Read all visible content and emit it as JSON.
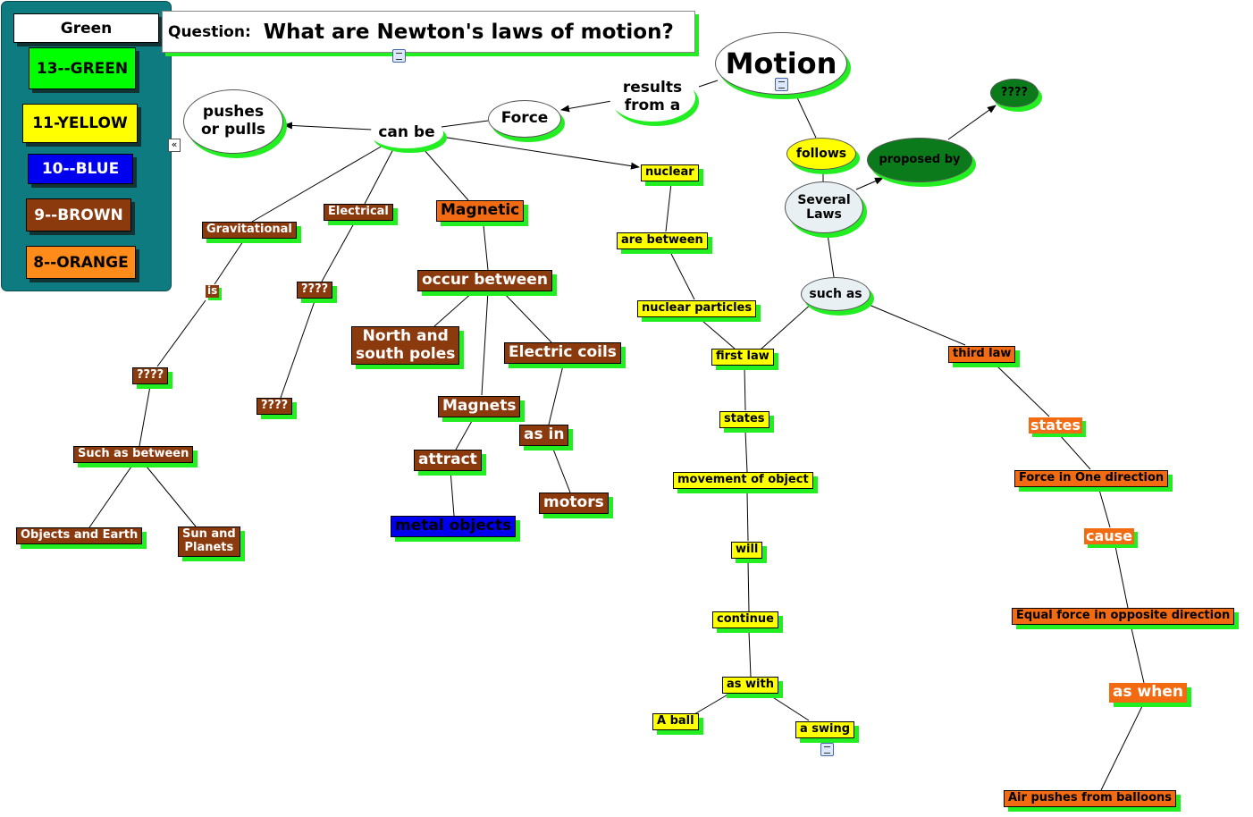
{
  "question": {
    "prefix": "Question:",
    "text": "What are Newton's laws of motion?"
  },
  "legend": {
    "title": "Green",
    "items": [
      {
        "label": "13--GREEN",
        "color": "#00ff00",
        "text_color": "#000000"
      },
      {
        "label": "11-YELLOW",
        "color": "#ffff00",
        "text_color": "#000000"
      },
      {
        "label": "10--BLUE",
        "color": "#0000ee",
        "text_color": "#ffffff"
      },
      {
        "label": "9--BROWN",
        "color": "#8b3a0e",
        "text_color": "#ffffff"
      },
      {
        "label": "8--ORANGE",
        "color": "#ff8c1a",
        "text_color": "#000000"
      }
    ],
    "collapse_glyph": "«"
  },
  "nodes": {
    "motion": "Motion",
    "results_from_a": "results\nfrom a",
    "force": "Force",
    "can_be": "can be",
    "pushes_or_pulls": "pushes\nor pulls",
    "follows": "follows",
    "proposed_by": "proposed by",
    "unknown_green": "????",
    "several_laws": "Several\nLaws",
    "such_as": "such as",
    "gravitational": "Gravitational",
    "is": "is",
    "unknown_grav": "????",
    "such_as_between": "Such as between",
    "objects_and_earth": "Objects and Earth",
    "sun_and_planets": "Sun and\nPlanets",
    "electrical": "Electrical",
    "unknown_elec_1": "????",
    "unknown_elec_2": "????",
    "magnetic": "Magnetic",
    "occur_between": "occur between",
    "north_and_south_poles": "North and\nsouth poles",
    "electric_coils": "Electric coils",
    "magnets": "Magnets",
    "as_in": "as in",
    "attract": "attract",
    "motors": "motors",
    "metal_objects": "metal objects",
    "nuclear": "nuclear",
    "are_between": "are between",
    "nuclear_particles": "nuclear particles",
    "first_law": "first law",
    "states_1": "states",
    "movement_of_object": "movement of object",
    "will": "will",
    "continue": "continue",
    "as_with": "as with",
    "a_ball": "A ball",
    "a_swing": "a swing",
    "third_law": "third law",
    "states_3": "states",
    "force_in_one_direction": "Force in One direction",
    "cause": "cause",
    "equal_force": "Equal force in opposite direction",
    "as_when": "as when",
    "air_pushes": "Air pushes from balloons"
  },
  "colors": {
    "green_shadow": "#22ee22",
    "yellow": "#ffff00",
    "brown": "#8b3a0e",
    "orange": "#f26a12",
    "blue": "#0000ee",
    "dark_green": "#0a7a1a",
    "legend_bg": "#0e7b80"
  }
}
